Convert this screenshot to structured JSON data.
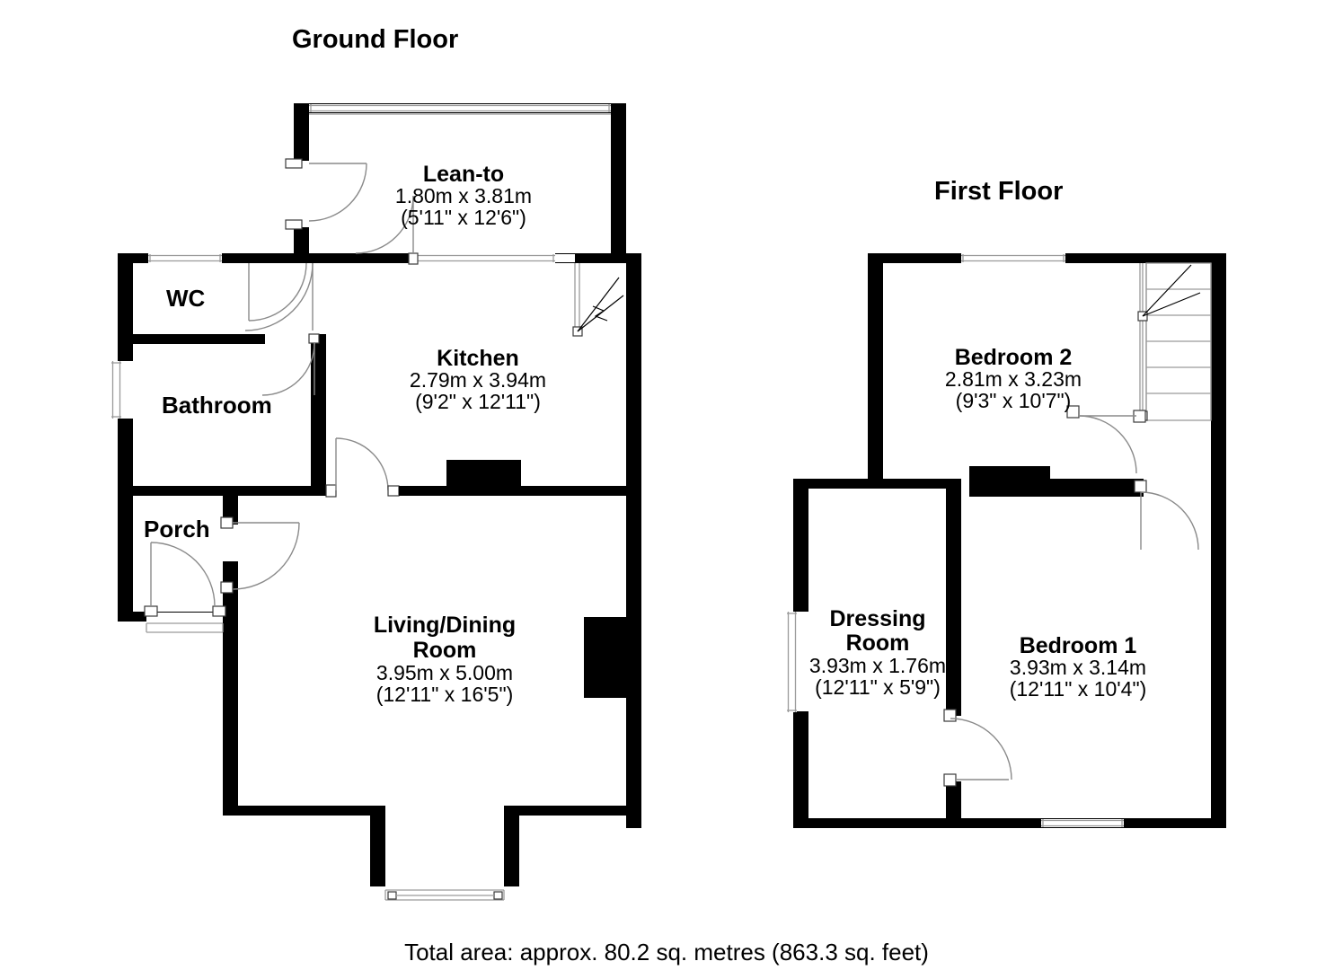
{
  "page": {
    "background_color": "#ffffff",
    "ink_color": "#000000",
    "total_area_text": "Total area: approx. 80.2 sq. metres (863.3 sq. feet)"
  },
  "floors": [
    {
      "id": "ground",
      "title": "Ground Floor",
      "rooms": [
        {
          "id": "lean-to",
          "name": "Lean-to",
          "dim_metric": "1.80m x 3.81m",
          "dim_imperial": "(5'11\" x 12'6\")"
        },
        {
          "id": "wc",
          "name": "WC",
          "dim_metric": "",
          "dim_imperial": ""
        },
        {
          "id": "bathroom",
          "name": "Bathroom",
          "dim_metric": "",
          "dim_imperial": ""
        },
        {
          "id": "porch",
          "name": "Porch",
          "dim_metric": "",
          "dim_imperial": ""
        },
        {
          "id": "kitchen",
          "name": "Kitchen",
          "dim_metric": "2.79m x 3.94m",
          "dim_imperial": "(9'2\" x 12'11\")"
        },
        {
          "id": "living-dining-room",
          "name_line1": "Living/Dining",
          "name_line2": "Room",
          "dim_metric": "3.95m x 5.00m",
          "dim_imperial": "(12'11\" x 16'5\")"
        }
      ]
    },
    {
      "id": "first",
      "title": "First Floor",
      "rooms": [
        {
          "id": "bedroom-2",
          "name": "Bedroom 2",
          "dim_metric": "2.81m x 3.23m",
          "dim_imperial": "(9'3\" x 10'7\")"
        },
        {
          "id": "dressing-room",
          "name_line1": "Dressing",
          "name_line2": "Room",
          "dim_metric": "3.93m x 1.76m",
          "dim_imperial": "(12'11\" x 5'9\")"
        },
        {
          "id": "bedroom-1",
          "name": "Bedroom 1",
          "dim_metric": "3.93m x 3.14m",
          "dim_imperial": "(12'11\" x 10'4\")"
        }
      ]
    }
  ]
}
